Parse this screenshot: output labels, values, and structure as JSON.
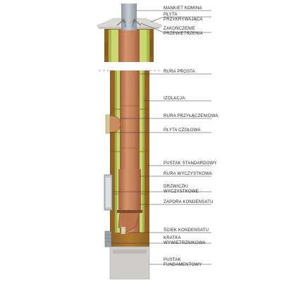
{
  "labels": {
    "mankiet": "Mankiet komina",
    "plyta_1": "Płyta",
    "plyta_2": "przykrywająca",
    "zakonczenie_1": "Zakończenie",
    "zakonczenie_2": "przewietrzenia",
    "rura_prosta": "Rura prosta",
    "izolacja": "Izolacja",
    "rura_przylaczeniowa": "Rura przyłączeniowa",
    "plyta_czolowa": "Płyta czołowa",
    "pustak_standardowy": "Pustak standardowy",
    "rura_wyczystkowa": "Rura wyczystkowa",
    "drzwiczki_1": "Drzwiczki",
    "drzwiczki_2": "wyczystkowe",
    "zapora": "Zapora kondensatu",
    "sciek": "Ściek kondensatu",
    "kratka_1": "Kratka",
    "kratka_2": "wywietrznikowa",
    "pustak_fund_1": "Pustak",
    "pustak_fund_2": "fundamentowy"
  },
  "colors": {
    "block_shell": "#a5722c",
    "insulation": "#c5d66a",
    "insulation_dark": "#9fb24a",
    "flue_pipe": "#c3845c",
    "flue_pipe_shade": "#a86645",
    "cap_plate": "#d8d8d4",
    "steel": "#a6aeb5",
    "foundation": "#cfcdc9",
    "leader_line": "#333333"
  }
}
